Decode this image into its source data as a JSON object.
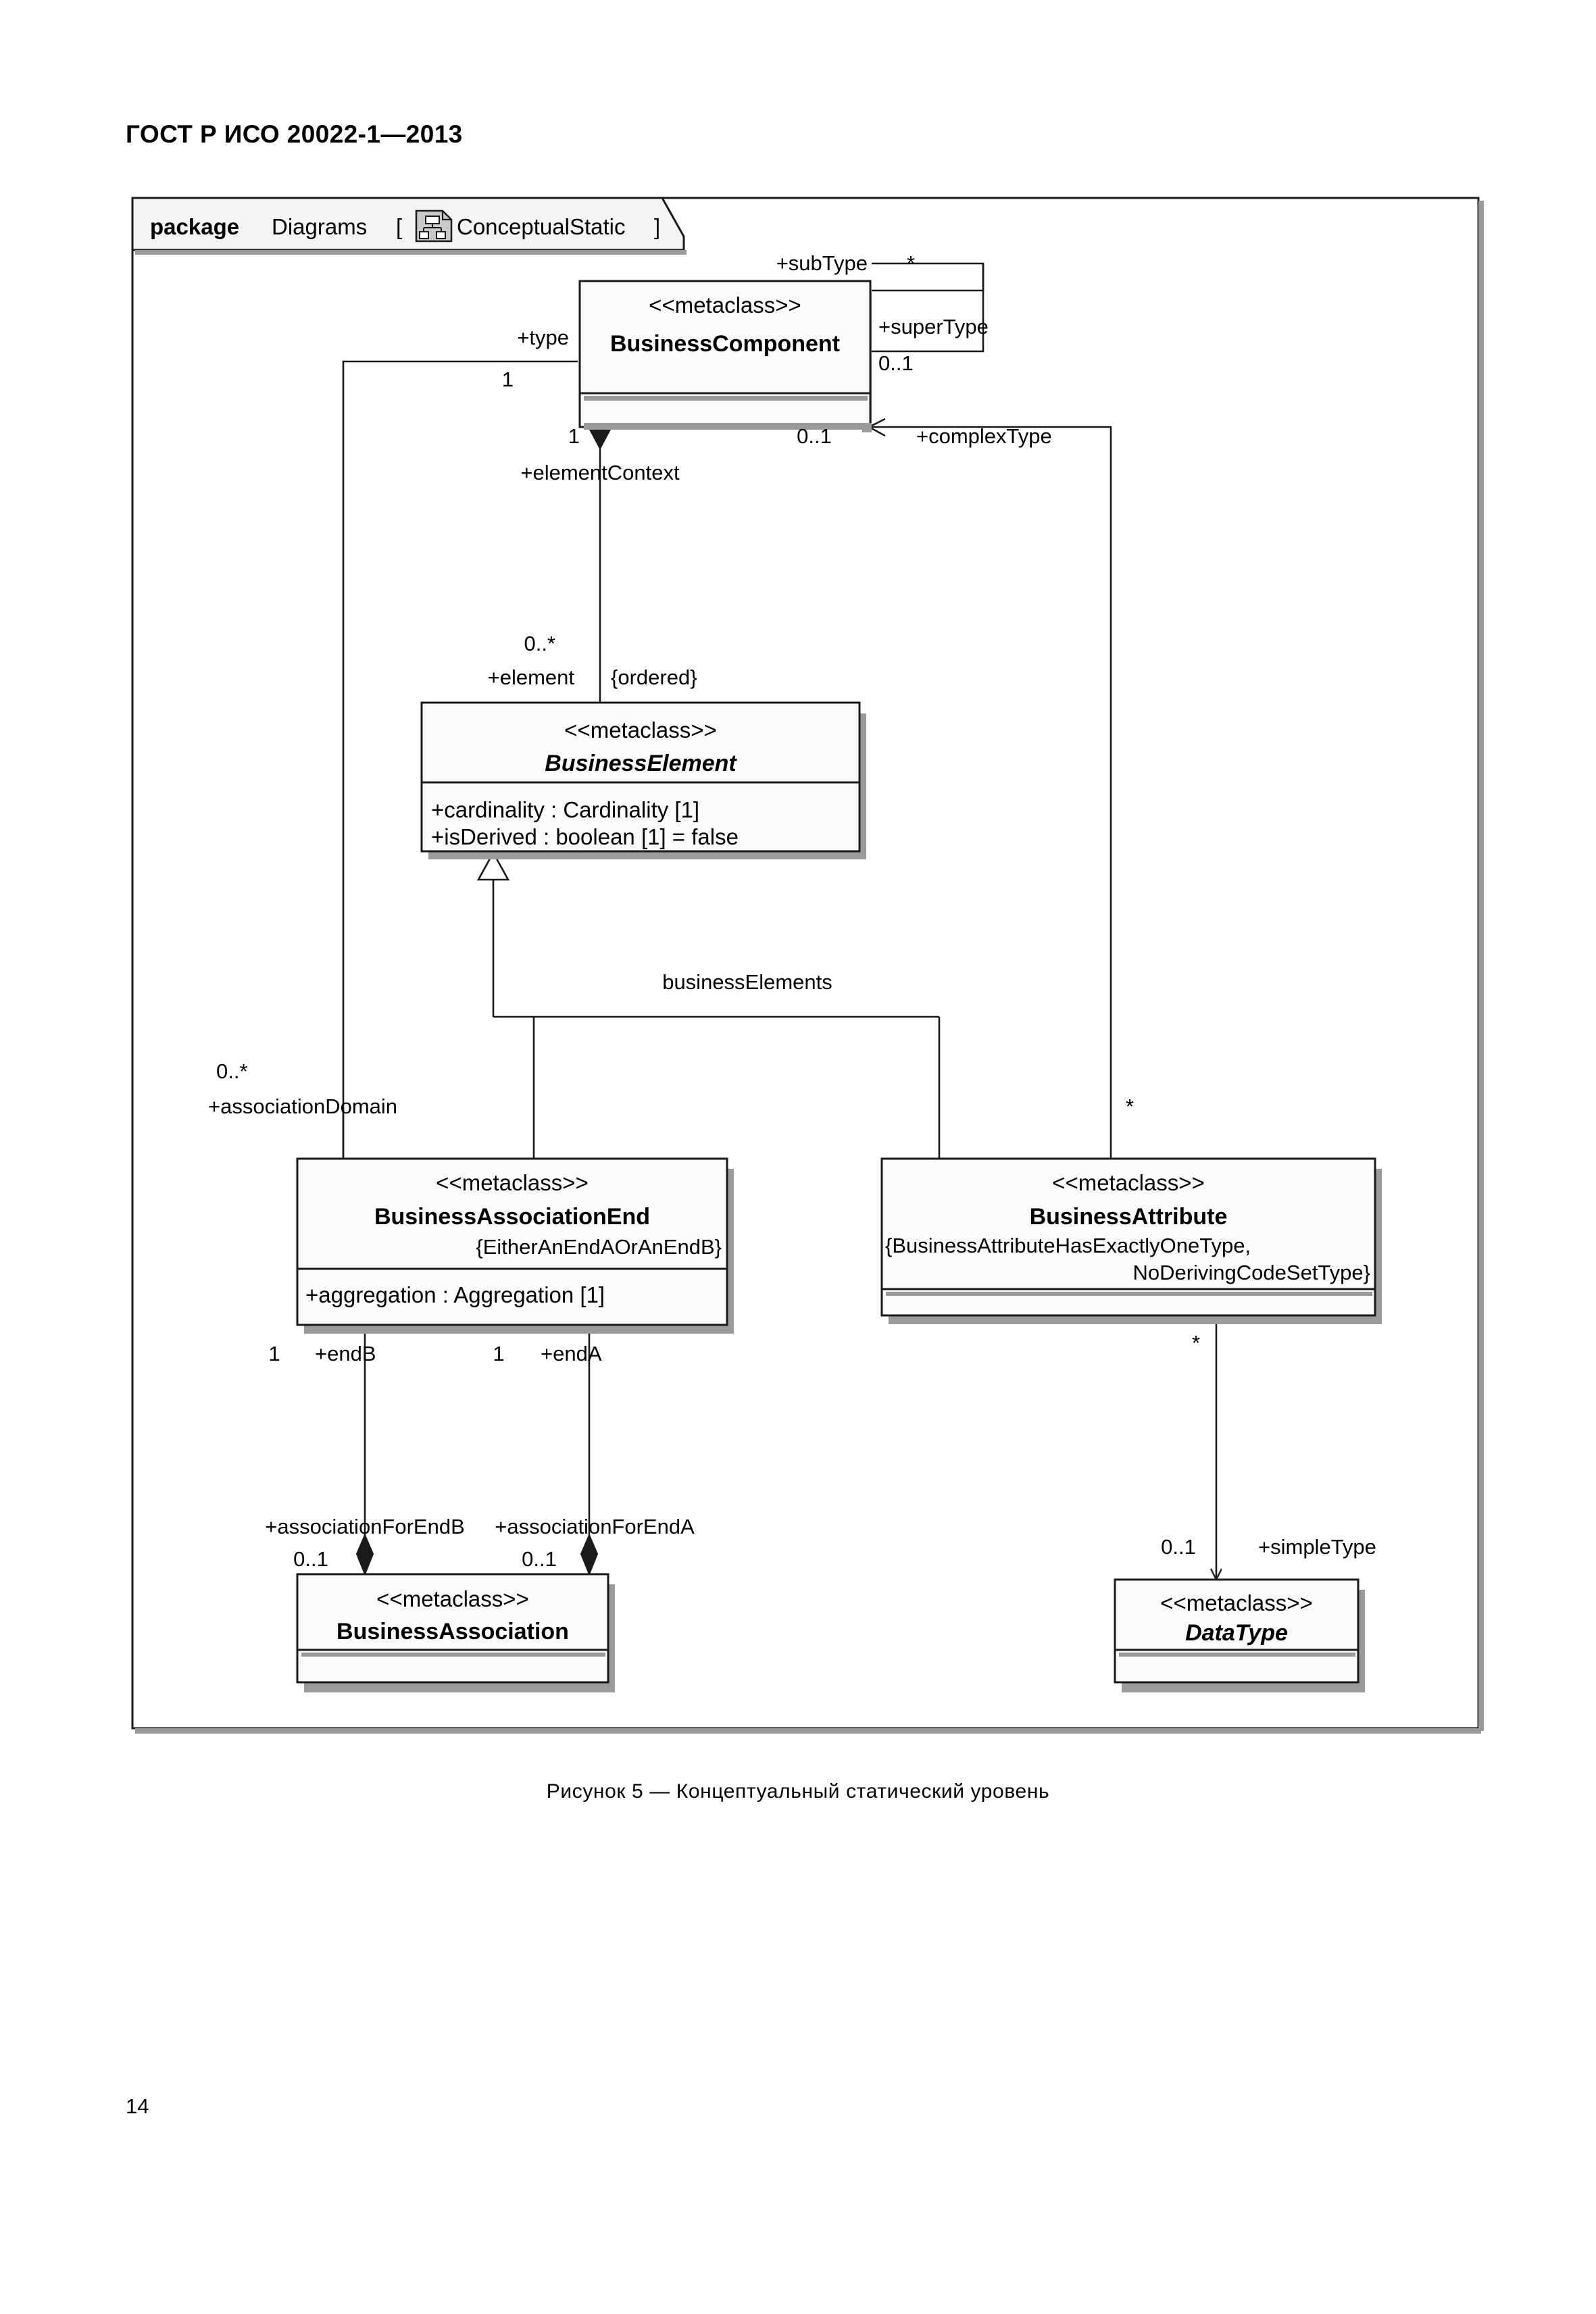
{
  "document": {
    "header": "ГОСТ Р ИСО 20022-1—2013",
    "page_number": "14",
    "figure_caption": "Рисунок 5 — Концептуальный статический уровень"
  },
  "package_frame": {
    "keyword": "package",
    "name": "Diagrams",
    "bracket_open": "[",
    "diagram_icon": "class-diagram-icon",
    "diagram_name": "ConceptualStatic",
    "bracket_close": "]"
  },
  "stereotype": "<<metaclass>>",
  "classes": [
    {
      "id": "business-component",
      "name": "BusinessComponent",
      "stereotype": "<<metaclass>>",
      "abstract": false,
      "constraints": [],
      "attributes": []
    },
    {
      "id": "business-element",
      "name": "BusinessElement",
      "stereotype": "<<metaclass>>",
      "abstract": true,
      "constraints": [],
      "attributes": [
        "+cardinality : Cardinality [1]",
        "+isDerived : boolean [1] = false"
      ]
    },
    {
      "id": "business-association-end",
      "name": "BusinessAssociationEnd",
      "stereotype": "<<metaclass>>",
      "abstract": false,
      "constraints": [
        "{EitherAnEndAOrAnEndB}"
      ],
      "attributes": [
        "+aggregation : Aggregation [1]"
      ]
    },
    {
      "id": "business-attribute",
      "name": "BusinessAttribute",
      "stereotype": "<<metaclass>>",
      "abstract": false,
      "constraints": [
        "{BusinessAttributeHasExactlyOneType,",
        "NoDerivingCodeSetType}"
      ],
      "attributes": []
    },
    {
      "id": "business-association",
      "name": "BusinessAssociation",
      "stereotype": "<<metaclass>>",
      "abstract": false,
      "constraints": [],
      "attributes": []
    },
    {
      "id": "data-type",
      "name": "DataType",
      "stereotype": "<<metaclass>>",
      "abstract": true,
      "constraints": [],
      "attributes": []
    }
  ],
  "association_labels": {
    "sub_type_role": "+subType",
    "sub_type_mult": "*",
    "super_type_role": "+superType",
    "super_type_mult": "0..1",
    "type_role": "+type",
    "type_mult": "1",
    "element_context_role": "+elementContext",
    "element_context_mult": "1",
    "element_role": "+element",
    "element_mult": "0..*",
    "element_ordered": "{ordered}",
    "complex_type_role": "+complexType",
    "complex_type_mult": "0..1",
    "complex_type_far_mult": "*",
    "association_domain_role": "+associationDomain",
    "association_domain_mult": "0..*",
    "generalization_label": "businessElements",
    "end_b_role": "+endB",
    "end_b_mult": "1",
    "end_a_role": "+endA",
    "end_a_mult": "1",
    "association_for_end_b_role": "+associationForEndB",
    "association_for_end_b_mult": "0..1",
    "association_for_end_a_role": "+associationForEndA",
    "association_for_end_a_mult": "0..1",
    "simple_type_role": "+simpleType",
    "simple_type_mult": "0..1",
    "simple_type_far_mult": "*"
  },
  "colors": {
    "line": "#1a1a1a",
    "box_fill": "#fbfbfb",
    "shadow": "#9a9a9a",
    "package_tab_fill": "#f4f4f4",
    "icon_fill": "#c9c9c9",
    "text": "#000000"
  }
}
